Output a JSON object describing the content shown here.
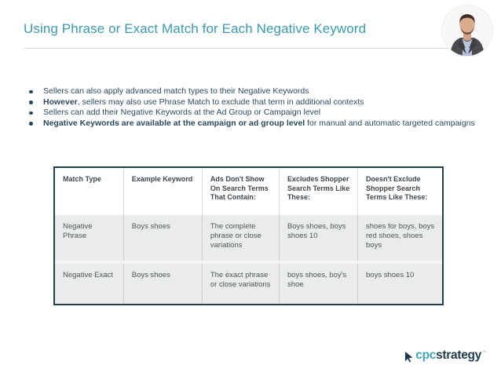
{
  "slide": {
    "title": "Using Phrase or Exact Match for Each Negative Keyword"
  },
  "bullets": [
    {
      "bold": "",
      "text": "Sellers can also apply advanced match types to their Negative Keywords"
    },
    {
      "bold": "However",
      "text": ", sellers may also use Phrase Match to exclude that term in additional contexts"
    },
    {
      "bold": "",
      "text": "Sellers can add their Negative Keywords at the Ad Group or Campaign level"
    },
    {
      "bold": "Negative Keywords are available at the campaign or ad group level",
      "text": " for manual and automatic targeted campaigns"
    }
  ],
  "table": {
    "headers": [
      "Match Type",
      "Example Keyword",
      "Ads Don't Show On Search Terms That Contain:",
      "Excludes Shopper Search Terms Like These:",
      "Doesn't Exclude Shopper Search Terms Like These:"
    ],
    "rows": [
      {
        "cells": [
          "Negative Phrase",
          "Boys shoes",
          "The complete phrase or close variations",
          "Boys shoes, boys shoes 10",
          "shoes for boys, boys red shoes, shoes boys"
        ]
      },
      {
        "cells": [
          "Negative Exact",
          "Boys shoes",
          "The exact phrase or close variations",
          "boys shoes, boy's shoe",
          "boys shoes 10"
        ]
      }
    ]
  },
  "logo": {
    "prefix": "cpc",
    "suffix": "strategy",
    "tm": "™",
    "icon": "cursor-arrow-icon"
  },
  "avatar": {
    "icon": "presenter-photo"
  },
  "colors": {
    "accent_teal": "#3b9aad",
    "text_navy": "#2b4a5e",
    "table_border": "#24404e",
    "row_bg": "#e9eceb",
    "logo_navy": "#1f3a4a",
    "logo_teal": "#45a3b5"
  }
}
